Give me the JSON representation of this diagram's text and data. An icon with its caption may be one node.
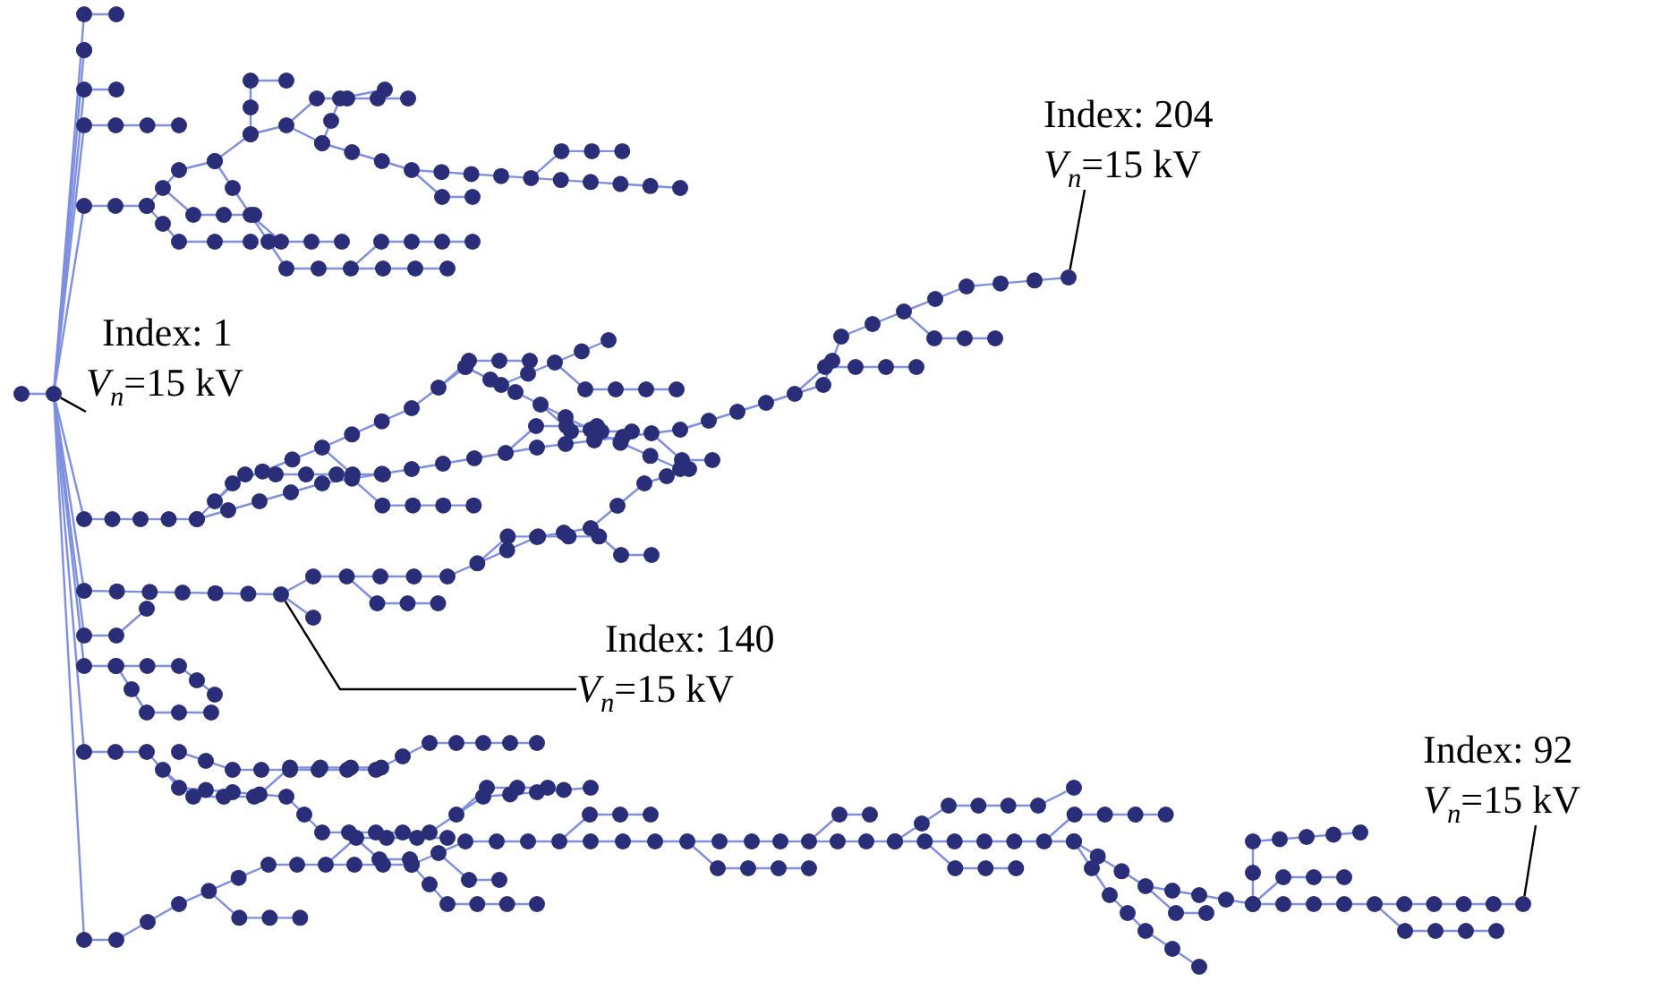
{
  "diagram": {
    "nodes": [
      {
        "text": [
          "Index: 1",
          "*V*$_{n}$=15 kV"
        ]
      },
      {
        "text": [],
        "shape": "circle"
      },
      {
        "text": [
          "Index: 140",
          "*V*$_{n}$=15 kV"
        ]
      },
      {
        "text": [],
        "shape": "circle"
      },
      {
        "text": [
          "Index: 204",
          "*V*$_{n}$=15 kV"
        ]
      },
      {
        "text": [],
        "shape": "circle"
      },
      {
        "text": [
          "Index: 92",
          "*V*$_{n}$=15 kV"
        ]
      },
      {
        "text": [],
        "shape": "circle"
      }
    ],
    "edges": [
      {
        "from": 0,
        "to": 1,
        "arrow": "none"
      },
      {
        "from": 2,
        "to": 3,
        "arrow": "none"
      },
      {
        "from": 4,
        "to": 5,
        "arrow": "none"
      },
      {
        "from": 6,
        "to": 7,
        "arrow": "none"
      }
    ]
  }
}
